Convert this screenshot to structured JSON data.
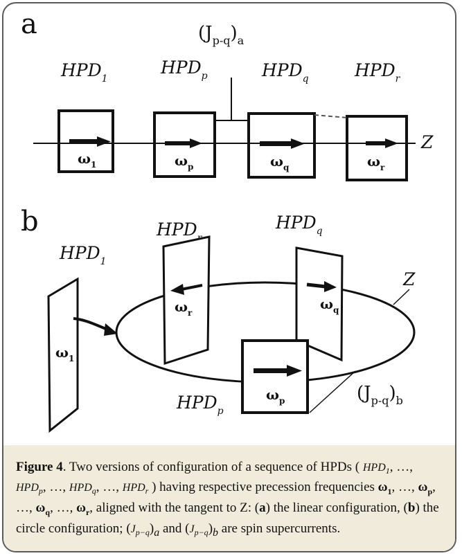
{
  "panels": {
    "a": {
      "label": "a",
      "current_label": "(J",
      "current_sub": "p-q",
      "current_close": ")",
      "current_tag": "a",
      "axis_label": "Z",
      "hpds": [
        {
          "base": "HPD",
          "sub": "1",
          "omega_sub": "1"
        },
        {
          "base": "HPD",
          "sub": "p",
          "omega_sub": "p"
        },
        {
          "base": "HPD",
          "sub": "q",
          "omega_sub": "q"
        },
        {
          "base": "HPD",
          "sub": "r",
          "omega_sub": "r"
        }
      ]
    },
    "b": {
      "label": "b",
      "current_label": "(J",
      "current_sub": "p-q",
      "current_close": ")",
      "current_tag": "b",
      "axis_label": "Z",
      "hpds": [
        {
          "base": "HPD",
          "sub": "1",
          "omega_sub": "1"
        },
        {
          "base": "HPD",
          "sub": "r",
          "omega_sub": "r"
        },
        {
          "base": "HPD",
          "sub": "q",
          "omega_sub": "q"
        },
        {
          "base": "HPD",
          "sub": "p",
          "omega_sub": "p"
        }
      ]
    }
  },
  "omega_symbol": "ω",
  "caption": {
    "figure_label": "Figure 4",
    "seg1": ". Two versions of configuration of a sequence of HPDs (",
    "hpd": "HPD",
    "sub1": "1",
    "subp": "p",
    "subq": "q",
    "subr": "r",
    "comma": ", …, ",
    "seg2": ") having respective precession frequencies ",
    "seg3": ", aligned with the tangent to Z: (",
    "a": "a",
    "seg4": ") the linear configuration, (",
    "b": "b",
    "seg5": ") the circle configuration; ",
    "j": "J",
    "jsub": "p−q",
    "and": " and ",
    "seg6": " are spin supercurrents."
  }
}
